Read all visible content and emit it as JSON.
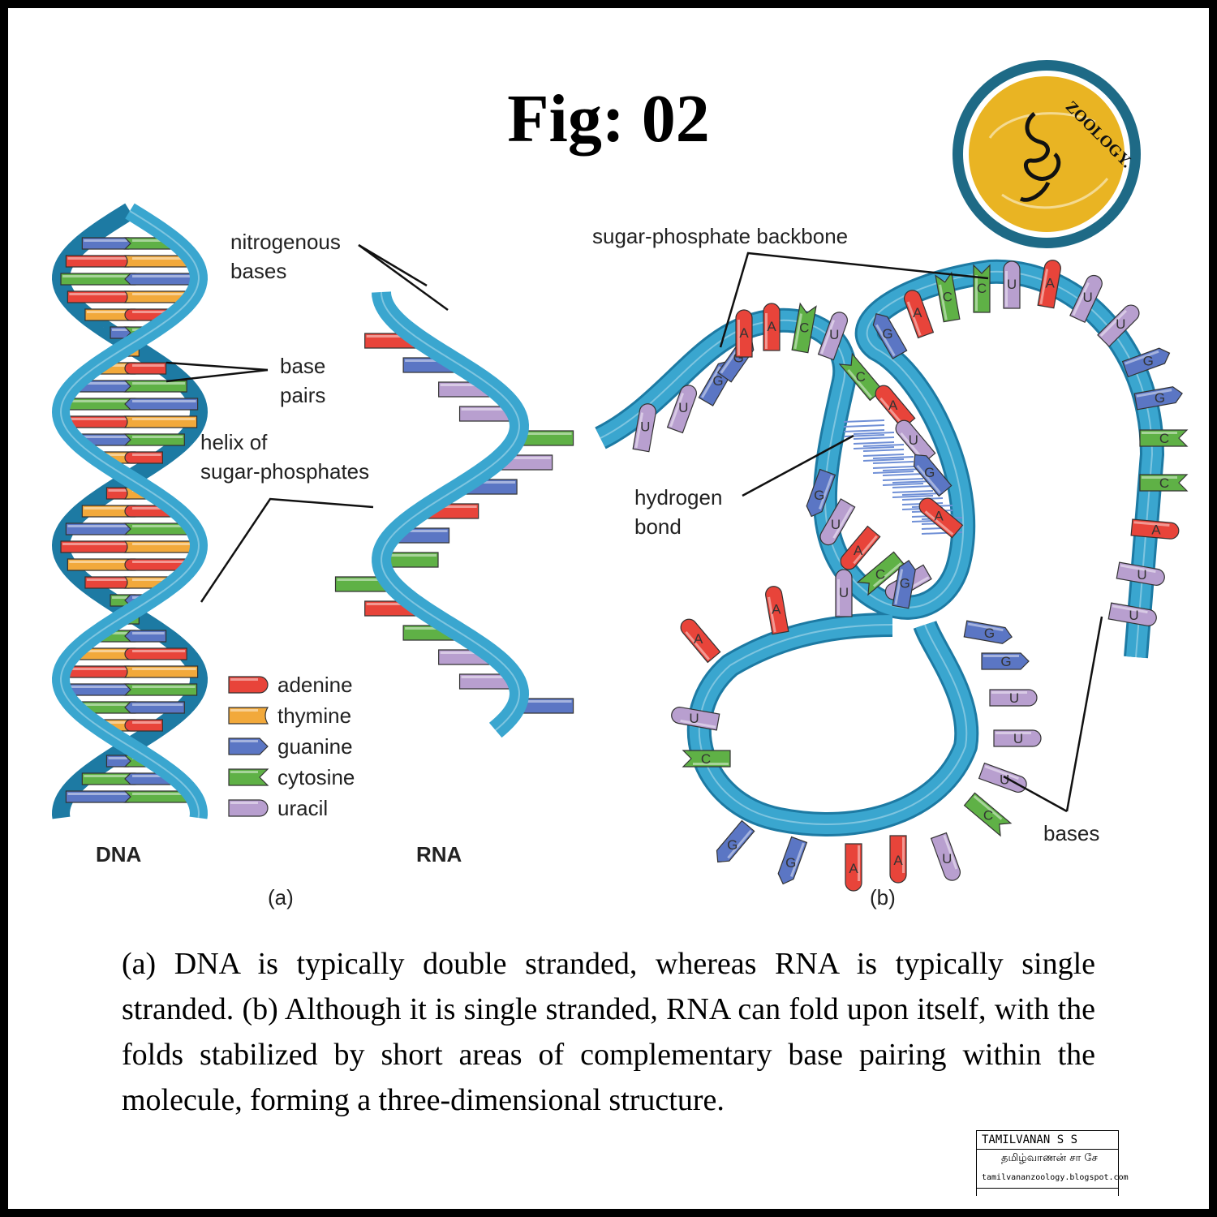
{
  "title": "Fig: 02",
  "logo": {
    "text": "ZOOLOGY.",
    "colors": {
      "ring": "#1e6a86",
      "fill": "#e9b423"
    }
  },
  "panel_a": {
    "labels": {
      "nitrogenous_bases_1": "nitrogenous",
      "nitrogenous_bases_2": "bases",
      "base_pairs_1": "base",
      "base_pairs_2": "pairs",
      "helix_1": "helix of",
      "helix_2": "sugar-phosphates",
      "dna": "DNA",
      "rna": "RNA",
      "panel": "(a)"
    },
    "legend": [
      {
        "name": "adenine",
        "color": "#e8443a"
      },
      {
        "name": "thymine",
        "color": "#f2a93b"
      },
      {
        "name": "guanine",
        "color": "#5b76c4"
      },
      {
        "name": "cytosine",
        "color": "#5fb146"
      },
      {
        "name": "uracil",
        "color": "#b89fcf"
      }
    ]
  },
  "panel_b": {
    "labels": {
      "backbone": "sugar-phosphate backbone",
      "hbond_1": "hydrogen",
      "hbond_2": "bond",
      "bases": "bases",
      "panel": "(b)"
    }
  },
  "caption": "(a) DNA is typically double stranded, whereas RNA is typically single stranded. (b) Although it is single stranded, RNA can fold upon itself, with the folds stabilized by short areas of complementary base pairing within the molecule, forming a three-dimensional structure.",
  "stamp": {
    "line1": "TAMILVANAN S S",
    "line2": "தமிழ்வாணன் சா சே",
    "line3": "tamilvananzoology.blogspot.com"
  },
  "colors": {
    "strand": "#3aa6cf",
    "strand_dark": "#1d7aa3"
  }
}
